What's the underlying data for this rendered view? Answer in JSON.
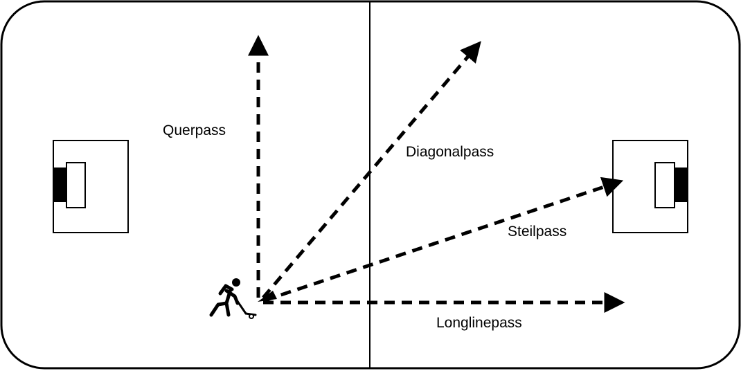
{
  "passes": {
    "querpass": "Querpass",
    "diagonalpass": "Diagonalpass",
    "steilpass": "Steilpass",
    "longlinepass": "Longlinepass"
  },
  "colors": {
    "line": "#000000",
    "background": "#ffffff"
  },
  "icons": {
    "player": "floorball-player-icon"
  }
}
